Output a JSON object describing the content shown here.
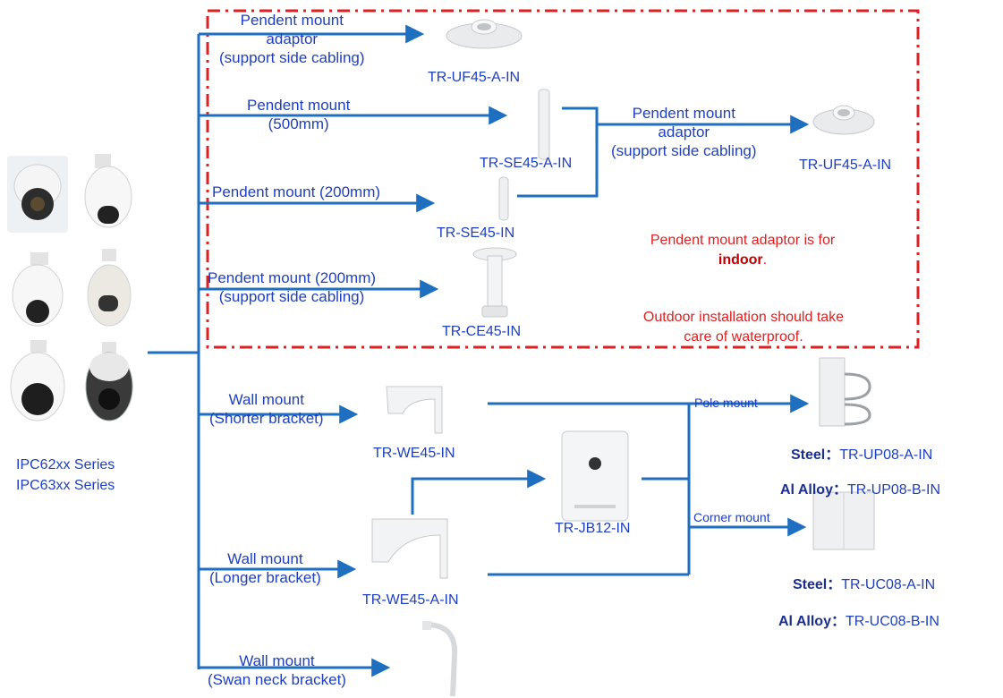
{
  "camera_series": [
    "IPC62xx Series",
    "IPC63xx Series"
  ],
  "mounts": {
    "pendent_adaptor_1": {
      "label": [
        "Pendent  mount",
        "adaptor",
        "(support side cabling)"
      ],
      "model": "TR-UF45-A-IN"
    },
    "pendent_500": {
      "label": [
        "Pendent  mount",
        "(500mm)"
      ],
      "model": "TR-SE45-A-IN"
    },
    "pendent_adaptor_2": {
      "label": [
        "Pendent  mount",
        "adaptor",
        "(support side cabling)"
      ],
      "model": "TR-UF45-A-IN"
    },
    "pendent_200": {
      "label": [
        "Pendent  mount (200mm)"
      ],
      "model": "TR-SE45-IN"
    },
    "pendent_200_side": {
      "label": [
        "Pendent  mount (200mm)",
        "(support side cabling)"
      ],
      "model": "TR-CE45-IN"
    },
    "wall_short": {
      "label": [
        "Wall mount",
        "(Shorter bracket)"
      ],
      "model": "TR-WE45-IN"
    },
    "junction_box": {
      "model": "TR-JB12-IN"
    },
    "wall_long": {
      "label": [
        "Wall mount",
        "(Longer bracket)"
      ],
      "model": "TR-WE45-A-IN"
    },
    "wall_swan": {
      "label": [
        "Wall mount",
        "(Swan neck bracket)"
      ]
    },
    "pole": {
      "label": "Pole mount",
      "steel_label": "Steel：",
      "steel_model": "TR-UP08-A-IN",
      "al_label": "Al Alloy：",
      "al_model": "TR-UP08-B-IN"
    },
    "corner": {
      "label": "Corner mount",
      "steel_label": "Steel：",
      "steel_model": "TR-UC08-A-IN",
      "al_label": "Al Alloy：",
      "al_model": "TR-UC08-B-IN"
    }
  },
  "notes": {
    "indoor_prefix": "Pendent  mount adaptor is for",
    "indoor_word": "indoor",
    "indoor_suffix": ".",
    "outdoor": [
      "Outdoor installation should take",
      "care of waterproof."
    ]
  },
  "colors": {
    "line": "#1f6fc0",
    "text": "#1f3fbf",
    "note": "#e02020",
    "dash_box": "#e02020"
  }
}
